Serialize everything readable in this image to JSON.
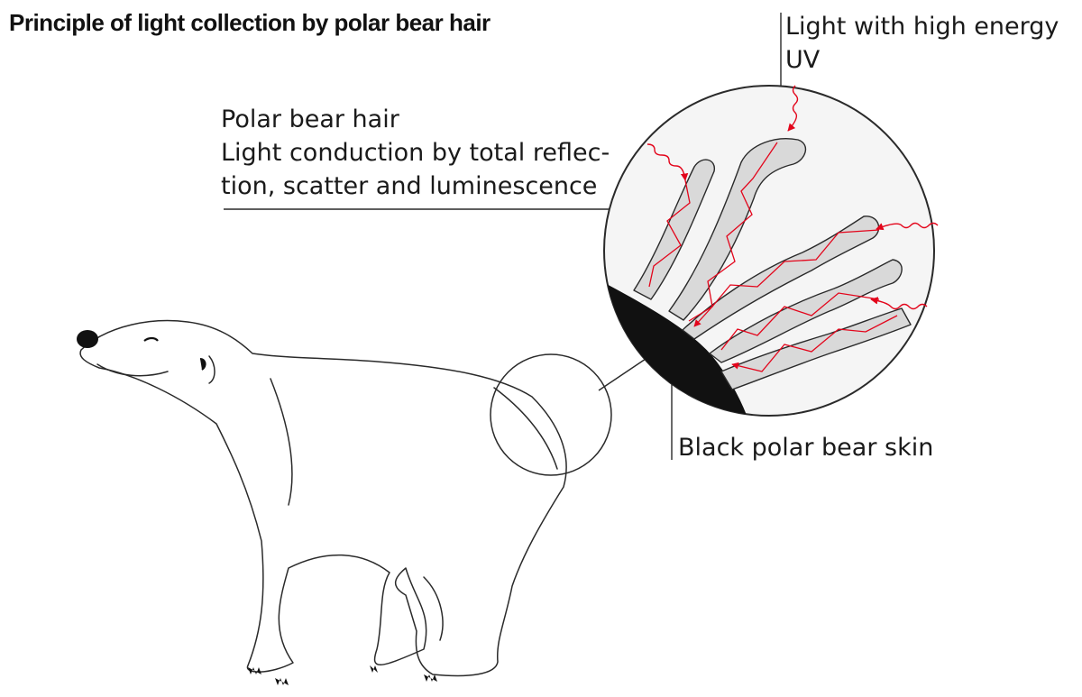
{
  "title": "Principle of light collection by polar bear hair",
  "labels": {
    "hair": {
      "line1": "Polar bear hair",
      "line2": "Light conduction by total reflec-",
      "line3": "tion, scatter and luminescence"
    },
    "energy": {
      "line1": "Light with high energy",
      "line2": "UV"
    },
    "skin": "Black polar bear skin"
  },
  "colors": {
    "light_ray": "#e3051b",
    "hair_fill": "#d9d9d9",
    "skin": "#111111",
    "outline": "#2a2a2a",
    "magnifier_fill": "#f5f5f5"
  },
  "icons": [
    "polar-bear-illustration",
    "magnifier-circle",
    "hair-strand",
    "uv-wave-arrow"
  ]
}
